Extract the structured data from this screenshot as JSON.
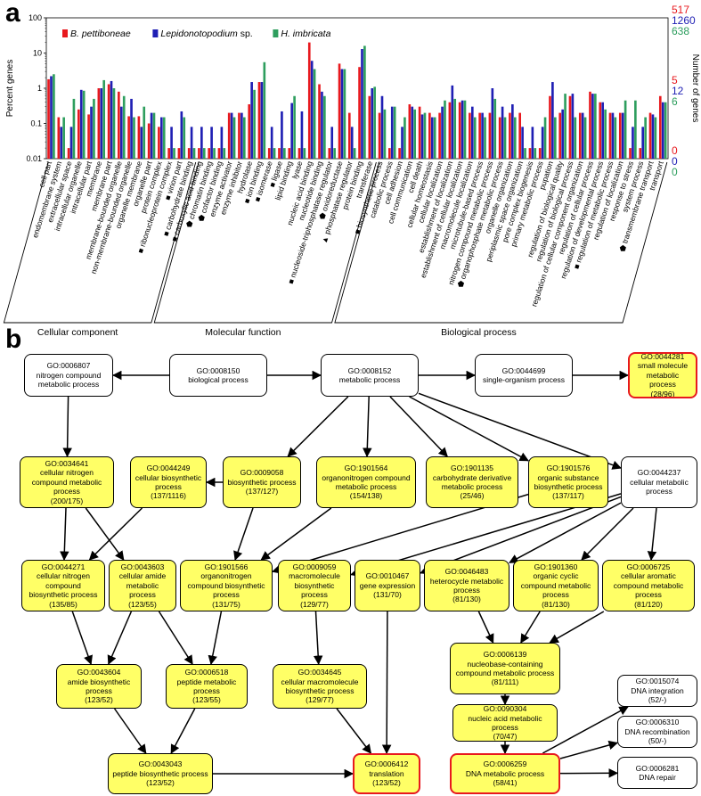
{
  "panel_labels": {
    "a": "a",
    "b": "b"
  },
  "chart_data": {
    "type": "bar",
    "y_scale": "log",
    "ylim": [
      0.01,
      100
    ],
    "ylabel": "Percent genes",
    "ylabel_right": "Number of genes",
    "ytick_labels": [
      "100",
      "10",
      "1",
      "0.1",
      "0.01"
    ],
    "right_axis_ticks": [
      {
        "level": 100,
        "values": [
          "517",
          "1260",
          "638"
        ]
      },
      {
        "level": 1,
        "values": [
          "5",
          "12",
          "6"
        ]
      },
      {
        "level": 0.01,
        "values": [
          "0",
          "0",
          "0"
        ]
      }
    ],
    "colors": {
      "B. pettiboneae": "#e8191e",
      "Lepidonotopodium sp.": "#1f1fb4",
      "H. imbricata": "#2e9e5e"
    },
    "legend": [
      "B. pettiboneae",
      "Lepidonotopodium sp.",
      "H. imbricata"
    ],
    "legend_suffix": {
      "Lepidonotopodium sp.": " sp."
    },
    "legend_placement": "top-left",
    "groups": [
      {
        "name": "Cellular component",
        "start": 0,
        "end": 14
      },
      {
        "name": "Molecular function",
        "start": 15,
        "end": 32
      },
      {
        "name": "Biological process",
        "start": 33,
        "end": 66
      }
    ],
    "categories": [
      "cell part",
      "endomembrane system",
      "extracellular space",
      "intracellular organelle",
      "intracellular part",
      "membrane",
      "membrane part",
      "membrane-bounded organelle",
      "non-membrane-bounded organelle",
      "organelle membrane",
      "organelle part",
      "protein complex",
      "ribonucleoprotein complex",
      "virion part",
      "carbohydrate binding",
      "carboxylic acid binding",
      "chromatin binding",
      "cofactor binding",
      "enzyme activator",
      "enzyme inhibitor",
      "hydrolase",
      "ion binding",
      "isomerase",
      "ligase",
      "lipid binding",
      "lyase",
      "nucleic acid binding",
      "nucleotide binding",
      "nucleoside-triphosphatase regulator",
      "oxidoreductase",
      "phosphatase regulator",
      "protein binding",
      "transferase",
      "biosynthetic process",
      "catabolic process",
      "cell adhesion",
      "cell communication",
      "cell death",
      "cellular homeostasis",
      "cellular localization",
      "establishment of localization",
      "establishment of cellular localization",
      "macromolecule localization",
      "microtubule-based process",
      "nitrogen compound metabolic process",
      "organophosphate metabolic process",
      "organelle organization",
      "periplasmic space organization",
      "pore complex biogenesis",
      "primary metabolic process",
      "pupation",
      "regulation of biological quality",
      "regulation of biological process",
      "regulation of cellular component organization",
      "regulation of cellular process",
      "regulation of developmental process",
      "regulation of metabolic process",
      "regulation of localization",
      "response to stress",
      "system process",
      "transmembrane transport",
      "transport"
    ],
    "markers": [
      {
        "category": "ribonucleoprotein complex",
        "symbol": "■"
      },
      {
        "category": "virion part",
        "symbol": "■"
      },
      {
        "category": "carbohydrate binding",
        "symbol": "■"
      },
      {
        "category": "carboxylic acid binding",
        "symbol": "■"
      },
      {
        "category": "chromatin binding",
        "symbol": "⬟"
      },
      {
        "category": "cofactor binding",
        "symbol": "⬟"
      },
      {
        "category": "ion binding",
        "symbol": "■"
      },
      {
        "category": "isomerase",
        "symbol": "■"
      },
      {
        "category": "ligase",
        "symbol": "■"
      },
      {
        "category": "nucleoside-triphosphatase regulator",
        "symbol": "■"
      },
      {
        "category": "oxidoreductase",
        "symbol": "⬟"
      },
      {
        "category": "phosphatase regulator",
        "symbol": "▲"
      },
      {
        "category": "biosynthetic process",
        "symbol": "■"
      },
      {
        "category": "organophosphate metabolic process",
        "symbol": "⬟"
      },
      {
        "category": "regulation of metabolic process",
        "symbol": "■"
      },
      {
        "category": "transmembrane transport",
        "symbol": "⬟"
      }
    ],
    "series": [
      {
        "name": "B. pettiboneae",
        "values": [
          1.8,
          0.15,
          0.02,
          0.25,
          0.18,
          1.0,
          1.3,
          0.8,
          0.16,
          0.16,
          0.1,
          0.08,
          0.02,
          0.02,
          0.02,
          0.02,
          0.02,
          0.02,
          0.2,
          0.2,
          0.35,
          1.5,
          0.02,
          0.02,
          0.02,
          0.02,
          20,
          1.3,
          0.02,
          5,
          0.2,
          4,
          0.6,
          0.2,
          0.02,
          0.02,
          0.35,
          0.3,
          0.2,
          0.2,
          0.4,
          0.4,
          0.2,
          0.2,
          0.2,
          0.15,
          0.2,
          0.2,
          0.02,
          0.02,
          0.6,
          0.2,
          0.6,
          0.2,
          0.8,
          0.4,
          0.2,
          0.2,
          0.02,
          0.02,
          0.2,
          0.6
        ]
      },
      {
        "name": "Lepidonotopodium sp.",
        "values": [
          2.2,
          0.08,
          0.08,
          0.9,
          0.3,
          1.0,
          1.6,
          0.3,
          0.5,
          0.08,
          0.2,
          0.15,
          0.08,
          0.22,
          0.08,
          0.08,
          0.08,
          0.08,
          0.2,
          0.2,
          1.5,
          1.5,
          0.08,
          0.22,
          0.38,
          0.22,
          6,
          0.8,
          0.08,
          3.5,
          0.08,
          13,
          1.0,
          0.6,
          0.3,
          0.08,
          0.3,
          0.18,
          0.15,
          0.3,
          1.2,
          0.45,
          0.3,
          0.2,
          1.0,
          0.3,
          0.35,
          0.08,
          0.08,
          0.08,
          1.5,
          0.25,
          0.7,
          0.2,
          0.7,
          0.4,
          0.2,
          0.2,
          0.08,
          0.08,
          0.18,
          0.4
        ]
      },
      {
        "name": "H. imbricata",
        "values": [
          2.5,
          0.15,
          0.5,
          0.85,
          0.5,
          1.7,
          1.0,
          0.6,
          0.15,
          0.3,
          0.2,
          0.15,
          0.02,
          0.15,
          0.02,
          0.02,
          0.02,
          0.02,
          0.15,
          0.15,
          0.9,
          5.5,
          0.02,
          0.02,
          0.6,
          0.02,
          3.5,
          0.6,
          0.02,
          3.5,
          0.02,
          16,
          1.1,
          0.25,
          0.3,
          0.15,
          0.25,
          0.2,
          0.15,
          0.45,
          0.5,
          0.45,
          0.15,
          0.15,
          0.5,
          0.15,
          0.15,
          0.02,
          0.02,
          0.15,
          0.15,
          0.7,
          0.15,
          0.15,
          0.7,
          0.25,
          0.15,
          0.45,
          0.45,
          0.15,
          0.15,
          0.4
        ]
      }
    ]
  },
  "diagram": {
    "nodes": [
      {
        "id": "n6807",
        "go": "GO:0006807",
        "name": "nitrogen compound metabolic process",
        "counts": "",
        "style": "white"
      },
      {
        "id": "n8150",
        "go": "GO:0008150",
        "name": "biological process",
        "counts": "",
        "style": "white"
      },
      {
        "id": "n8152",
        "go": "GO:0008152",
        "name": "metabolic process",
        "counts": "",
        "style": "white"
      },
      {
        "id": "n44699",
        "go": "GO:0044699",
        "name": "single-organism process",
        "counts": "",
        "style": "white"
      },
      {
        "id": "n44281",
        "go": "GO:0044281",
        "name": "small molecule metabolic process",
        "counts": "(28/96)",
        "style": "highlight"
      },
      {
        "id": "n34641",
        "go": "GO:0034641",
        "name": "cellular nitrogen compound metabolic process",
        "counts": "(200/175)",
        "style": "yellow"
      },
      {
        "id": "n44249",
        "go": "GO:0044249",
        "name": "cellular biosynthetic process",
        "counts": "(137/1116)",
        "style": "yellow"
      },
      {
        "id": "n9058",
        "go": "GO:0009058",
        "name": "biosynthetic process",
        "counts": "(137/127)",
        "style": "yellow"
      },
      {
        "id": "n1901564",
        "go": "GO:1901564",
        "name": "organonitrogen compound metabolic process",
        "counts": "(154/138)",
        "style": "yellow"
      },
      {
        "id": "n1901135",
        "go": "GO:1901135",
        "name": "carbohydrate derivative metabolic process",
        "counts": "(25/46)",
        "style": "yellow"
      },
      {
        "id": "n1901576",
        "go": "GO:1901576",
        "name": "organic substance biosynthetic process",
        "counts": "(137/117)",
        "style": "yellow"
      },
      {
        "id": "n44237",
        "go": "GO:0044237",
        "name": "cellular metabolic process",
        "counts": "",
        "style": "white"
      },
      {
        "id": "n44271",
        "go": "GO:0044271",
        "name": "cellular nitrogen compound biosynthetic process",
        "counts": "(135/85)",
        "style": "yellow"
      },
      {
        "id": "n43603",
        "go": "GO:0043603",
        "name": "cellular amide metabolic process",
        "counts": "(123/55)",
        "style": "yellow"
      },
      {
        "id": "n1901566",
        "go": "GO:1901566",
        "name": "organonitrogen compound biosynthetic process",
        "counts": "(131/75)",
        "style": "yellow"
      },
      {
        "id": "n9059",
        "go": "GO:0009059",
        "name": "macromolecule biosynthetic process",
        "counts": "(129/77)",
        "style": "yellow"
      },
      {
        "id": "n10467",
        "go": "GO:0010467",
        "name": "gene expression",
        "counts": "(131/70)",
        "style": "yellow"
      },
      {
        "id": "n46483",
        "go": "GO:0046483",
        "name": "heterocycle metabolic process",
        "counts": "(81/130)",
        "style": "yellow"
      },
      {
        "id": "n1901360",
        "go": "GO:1901360",
        "name": "organic cyclic compound metabolic process",
        "counts": "(81/130)",
        "style": "yellow"
      },
      {
        "id": "n6725",
        "go": "GO:0006725",
        "name": "cellular aromatic compound metabolic process",
        "counts": "(81/120)",
        "style": "yellow"
      },
      {
        "id": "n43604",
        "go": "GO:0043604",
        "name": "amide biosynthetic process",
        "counts": "(123/52)",
        "style": "yellow"
      },
      {
        "id": "n6518",
        "go": "GO:0006518",
        "name": "peptide metabolic process",
        "counts": "(123/55)",
        "style": "yellow"
      },
      {
        "id": "n34645",
        "go": "GO:0034645",
        "name": "cellular macromolecule biosynthetic process",
        "counts": "(129/77)",
        "style": "yellow"
      },
      {
        "id": "n6139",
        "go": "GO:0006139",
        "name": "nucleobase-containing compound metabolic process",
        "counts": "(81/111)",
        "style": "yellow"
      },
      {
        "id": "n90304",
        "go": "GO:0090304",
        "name": "nucleic acid metabolic process",
        "counts": "(70/47)",
        "style": "yellow"
      },
      {
        "id": "n43043",
        "go": "GO:0043043",
        "name": "peptide biosynthetic process",
        "counts": "(123/52)",
        "style": "yellow"
      },
      {
        "id": "n6412",
        "go": "GO:0006412",
        "name": "translation",
        "counts": "(123/52)",
        "style": "highlight"
      },
      {
        "id": "n6259",
        "go": "GO:0006259",
        "name": "DNA metabolic process",
        "counts": "(58/41)",
        "style": "highlight"
      },
      {
        "id": "n15074",
        "go": "GO:0015074",
        "name": "DNA integration",
        "counts": "(52/-)",
        "style": "white"
      },
      {
        "id": "n6310",
        "go": "GO:0006310",
        "name": "DNA recombination",
        "counts": "(50/-)",
        "style": "white"
      },
      {
        "id": "n6281",
        "go": "GO:0006281",
        "name": "DNA repair",
        "counts": "",
        "style": "white"
      }
    ],
    "edges": [
      [
        "n8150",
        "n6807"
      ],
      [
        "n8150",
        "n8152"
      ],
      [
        "n8152",
        "n44699"
      ],
      [
        "n44699",
        "n44281"
      ],
      [
        "n6807",
        "n34641"
      ],
      [
        "n8152",
        "n9058"
      ],
      [
        "n8152",
        "n1901564"
      ],
      [
        "n8152",
        "n1901135"
      ],
      [
        "n8152",
        "n1901576"
      ],
      [
        "n8152",
        "n44237"
      ],
      [
        "n9058",
        "n44249"
      ],
      [
        "n34641",
        "n44271"
      ],
      [
        "n34641",
        "n43603"
      ],
      [
        "n44249",
        "n44271"
      ],
      [
        "n9058",
        "n1901566"
      ],
      [
        "n1901564",
        "n1901566"
      ],
      [
        "n1901576",
        "n1901566"
      ],
      [
        "n44237",
        "n9059"
      ],
      [
        "n44237",
        "n10467"
      ],
      [
        "n44237",
        "n46483"
      ],
      [
        "n44237",
        "n1901360"
      ],
      [
        "n44237",
        "n6725"
      ],
      [
        "n44271",
        "n43604"
      ],
      [
        "n43603",
        "n43604"
      ],
      [
        "n43603",
        "n6518"
      ],
      [
        "n1901566",
        "n6518"
      ],
      [
        "n9059",
        "n34645"
      ],
      [
        "n10467",
        "n6412"
      ],
      [
        "n46483",
        "n6139"
      ],
      [
        "n1901360",
        "n6139"
      ],
      [
        "n6725",
        "n6139"
      ],
      [
        "n6139",
        "n90304"
      ],
      [
        "n90304",
        "n6259"
      ],
      [
        "n43604",
        "n43043"
      ],
      [
        "n6518",
        "n43043"
      ],
      [
        "n43043",
        "n6412"
      ],
      [
        "n34645",
        "n6412"
      ],
      [
        "n6259",
        "n15074"
      ],
      [
        "n6259",
        "n6310"
      ],
      [
        "n6259",
        "n6281"
      ]
    ]
  }
}
